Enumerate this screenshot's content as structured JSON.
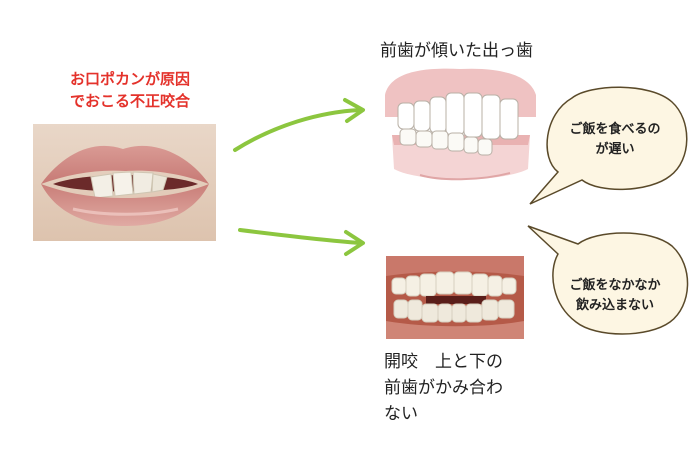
{
  "left_caption": {
    "line1": "お口ポカンが原因",
    "line2": "でおこる不正咬合"
  },
  "top": {
    "title": "前歯が傾いた出っ歯"
  },
  "bottom": {
    "caption_lines": [
      "開咬　上と下の",
      "前歯がかみ合わ",
      "ない"
    ]
  },
  "bubbles": {
    "top": {
      "line1": "ご飯を食べるの",
      "line2": "が遅い"
    },
    "bottom": {
      "line1": "ご飯をなかなか",
      "line2": "飲み込まない"
    }
  },
  "colors": {
    "caption_red": "#e4322b",
    "arrow_green": "#8cc63f",
    "bubble_fill": "#fdf6e3",
    "bubble_stroke": "#5a4a2a"
  }
}
